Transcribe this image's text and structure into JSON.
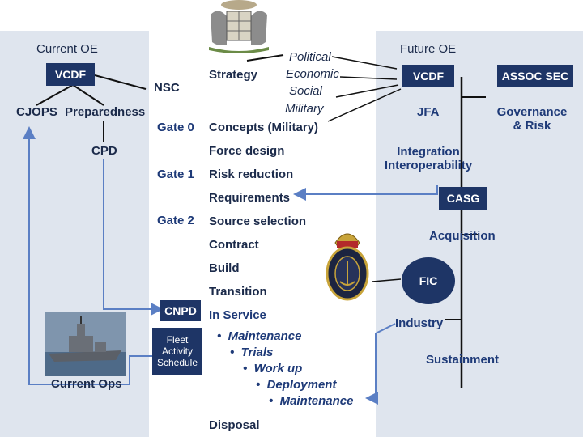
{
  "current_oe": {
    "title": "Current OE",
    "vcdf": "VCDF",
    "nsc": "NSC",
    "cjops": "CJOPS",
    "preparedness": "Preparedness",
    "cpd": "CPD",
    "current_ops": "Current Ops"
  },
  "gates": {
    "gate0": "Gate 0",
    "gate1": "Gate 1",
    "gate2": "Gate 2",
    "cnpd": "CNPD",
    "fleet_activity": [
      "Fleet",
      "Activity",
      "Schedule"
    ]
  },
  "lifecycle": {
    "strategy": "Strategy",
    "political": [
      "Political",
      "Economic",
      "Social",
      "Military"
    ],
    "concepts": "Concepts (Military)",
    "force_design": "Force design",
    "risk_reduction": "Risk reduction",
    "requirements": "Requirements",
    "source_selection": "Source selection",
    "contract": "Contract",
    "build": "Build",
    "transition": "Transition",
    "in_service": "In Service",
    "service_items": [
      "Maintenance",
      "Trials",
      "Work up",
      "Deployment",
      "Maintenance"
    ],
    "disposal": "Disposal"
  },
  "future_oe": {
    "title": "Future OE",
    "vcdf": "VCDF",
    "assoc_sec": "ASSOC SEC",
    "jfa": "JFA",
    "governance": [
      "Governance",
      "& Risk"
    ],
    "integration": [
      "Integration",
      "Interoperability"
    ],
    "casg": "CASG",
    "acquisition": "Acquisition",
    "fic": "FIC",
    "industry": "Industry",
    "sustainment": "Sustainment"
  },
  "colors": {
    "navy_box": "#1e3566",
    "band": "#dfe5ee",
    "arrow": "#5b7fc4"
  },
  "icons": [
    "coat-of-arms-icon",
    "navy-badge-icon",
    "warship-photo"
  ]
}
